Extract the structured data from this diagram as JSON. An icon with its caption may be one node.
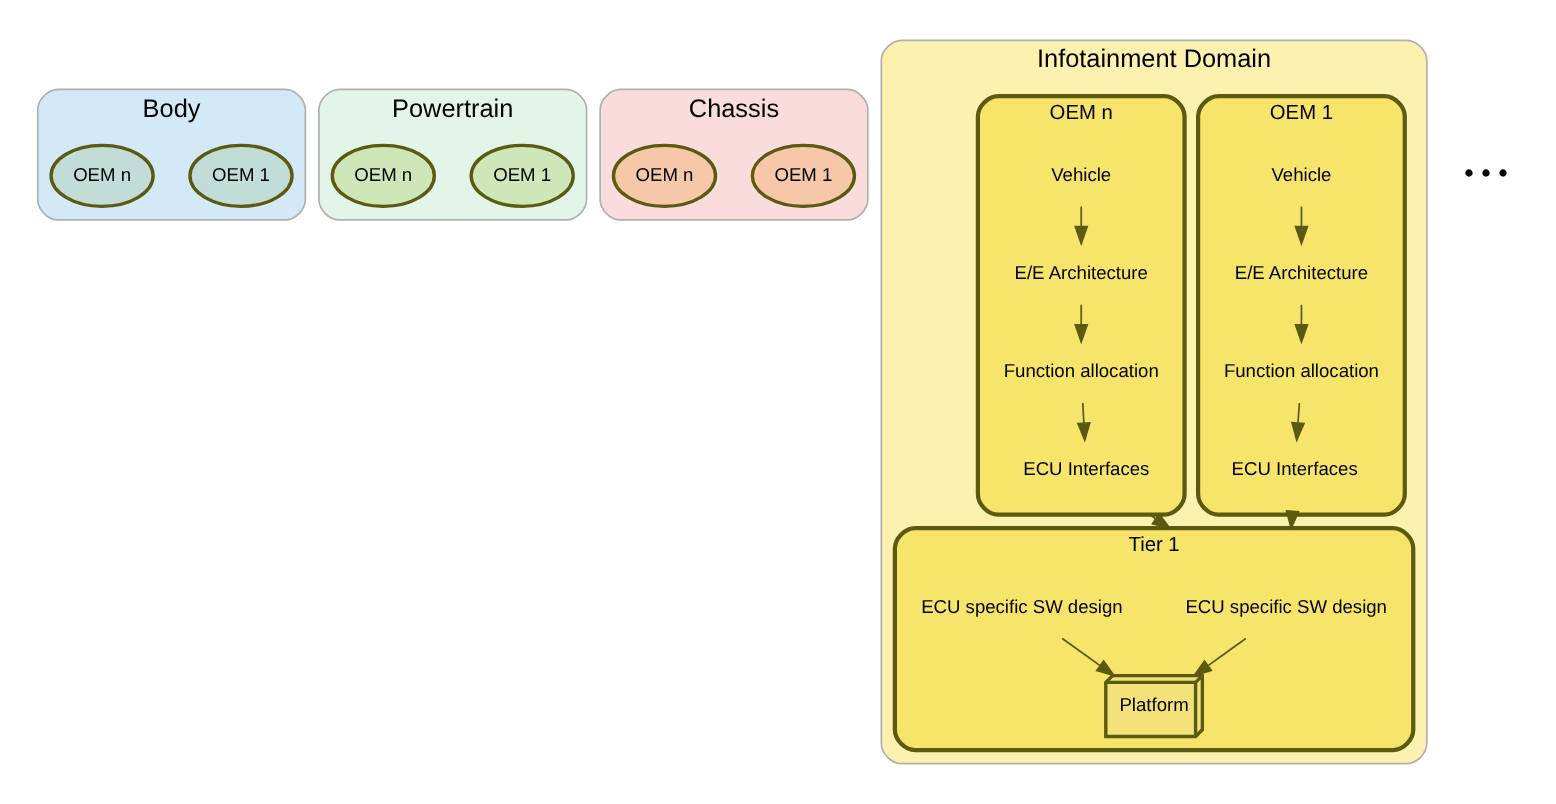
{
  "diagram": {
    "nodes": [
      {
        "text": [
          "Body"
        ]
      },
      {
        "text": [
          "OEM 1"
        ],
        "in": 0
      },
      {
        "text": [
          "OEM n"
        ],
        "in": 0
      },
      {
        "text": [
          "Powertrain"
        ]
      },
      {
        "text": [
          "OEM 1"
        ],
        "in": 3
      },
      {
        "text": [
          "OEM n"
        ],
        "in": 3
      },
      {
        "text": [
          "Chassis"
        ]
      },
      {
        "text": [
          "OEM 1"
        ],
        "in": 6
      },
      {
        "text": [
          "OEM n"
        ],
        "in": 6
      },
      {
        "text": [
          "Infotainment Domain"
        ]
      },
      {
        "text": [
          "OEM 1"
        ],
        "in": 9
      },
      {
        "text": [
          "Vehicle"
        ],
        "in": 10
      },
      {
        "text": [
          "E/E Architecture"
        ],
        "in": 10
      },
      {
        "text": [
          "Function allocation"
        ],
        "in": 10
      },
      {
        "text": [
          "ECU Interfaces"
        ],
        "in": 10
      },
      {
        "text": [
          "OEM n"
        ],
        "in": 9
      },
      {
        "text": [
          "Vehicle"
        ],
        "in": 15
      },
      {
        "text": [
          "E/E Architecture"
        ],
        "in": 15
      },
      {
        "text": [
          "Function allocation"
        ],
        "in": 15
      },
      {
        "text": [
          "ECU Interfaces"
        ],
        "in": 15
      },
      {
        "text": [
          "Tier 1"
        ],
        "in": 9
      },
      {
        "text": [
          "ECU specific SW design"
        ],
        "in": 20
      },
      {
        "text": [
          "Platform"
        ],
        "in": 20
      },
      {
        "text": [
          "ECU specific SW design"
        ],
        "in": 20
      }
    ],
    "edges": [
      {
        "from": 11,
        "to": 12,
        "arrow": "to"
      },
      {
        "from": 12,
        "to": 13,
        "arrow": "to"
      },
      {
        "from": 13,
        "to": 14,
        "arrow": "to"
      },
      {
        "from": 16,
        "to": 17,
        "arrow": "to"
      },
      {
        "from": 17,
        "to": 18,
        "arrow": "to"
      },
      {
        "from": 18,
        "to": 19,
        "arrow": "to"
      },
      {
        "from": 10,
        "to": 20,
        "arrow": "to"
      },
      {
        "from": 15,
        "to": 20,
        "arrow": "to"
      },
      {
        "from": 21,
        "to": 22,
        "arrow": "to"
      },
      {
        "from": 23,
        "to": 22,
        "arrow": "to"
      }
    ],
    "labels": [
      "• • •"
    ]
  }
}
